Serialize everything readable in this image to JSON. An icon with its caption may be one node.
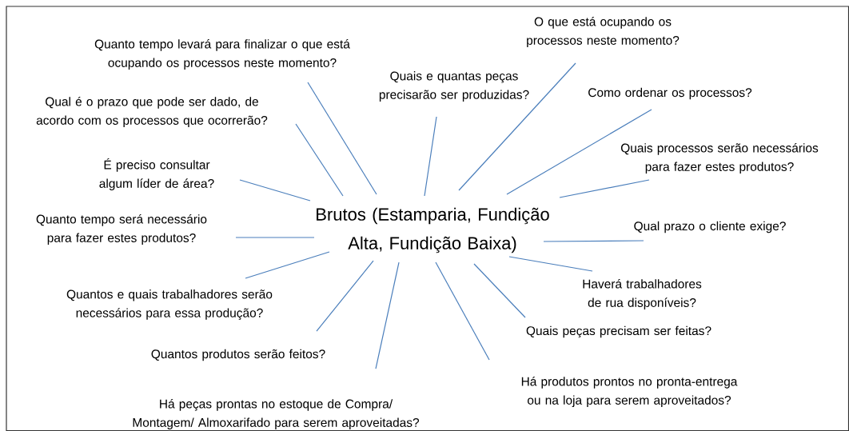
{
  "diagram": {
    "nodes": [
      {
        "text": [
          "Brutos (Estamparia, Fundição Alta, Fundição Baixa)"
        ]
      },
      {
        "text": [
          "Quanto tempo levará para finalizar o que está ocupando os processos neste momento?"
        ]
      },
      {
        "text": [
          "O que está ocupando os processos neste momento?"
        ]
      },
      {
        "text": [
          "Quais e quantas peças precisarão ser produzidas?"
        ]
      },
      {
        "text": [
          "Qual é o prazo que pode ser dado, de acordo com os processos que ocorrerão?"
        ]
      },
      {
        "text": [
          "Como ordenar os processos?"
        ]
      },
      {
        "text": [
          "Quais processos serão necessários para fazer estes produtos?"
        ]
      },
      {
        "text": [
          "É preciso consultar algum líder de área?"
        ]
      },
      {
        "text": [
          "Quanto tempo será necessário para fazer estes produtos?"
        ]
      },
      {
        "text": [
          "Qual prazo o cliente exige?"
        ]
      },
      {
        "text": [
          "Quantos e quais trabalhadores serão necessários para essa produção?"
        ]
      },
      {
        "text": [
          "Haverá trabalhadores de rua disponíveis?"
        ]
      },
      {
        "text": [
          "Quais peças precisam ser feitas?"
        ]
      },
      {
        "text": [
          "Quantos produtos serão feitos?"
        ]
      },
      {
        "text": [
          "Há produtos prontos no pronta-entrega ou na loja para serem aproveitados?"
        ]
      },
      {
        "text": [
          "Há peças prontas no estoque de Compra/ Montagem/ Almoxarifado para serem aproveitadas?"
        ]
      }
    ],
    "edges": [
      {
        "from": 0,
        "to": 1,
        "arrow": "none"
      },
      {
        "from": 0,
        "to": 2,
        "arrow": "none"
      },
      {
        "from": 0,
        "to": 3,
        "arrow": "none"
      },
      {
        "from": 0,
        "to": 4,
        "arrow": "none"
      },
      {
        "from": 0,
        "to": 5,
        "arrow": "none"
      },
      {
        "from": 0,
        "to": 6,
        "arrow": "none"
      },
      {
        "from": 0,
        "to": 7,
        "arrow": "none"
      },
      {
        "from": 0,
        "to": 8,
        "arrow": "none"
      },
      {
        "from": 0,
        "to": 9,
        "arrow": "none"
      },
      {
        "from": 0,
        "to": 10,
        "arrow": "none"
      },
      {
        "from": 0,
        "to": 11,
        "arrow": "none"
      },
      {
        "from": 0,
        "to": 12,
        "arrow": "none"
      },
      {
        "from": 0,
        "to": 13,
        "arrow": "none"
      },
      {
        "from": 0,
        "to": 14,
        "arrow": "none"
      },
      {
        "from": 0,
        "to": 15,
        "arrow": "none"
      }
    ]
  }
}
